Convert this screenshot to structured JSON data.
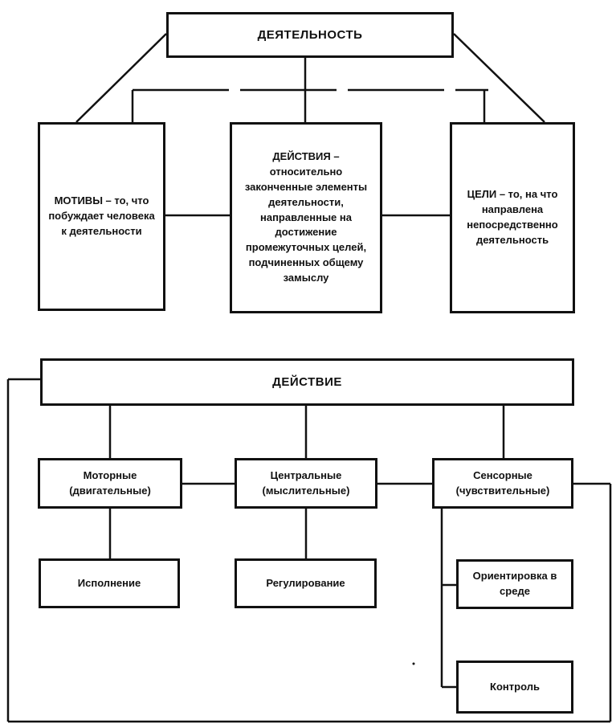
{
  "activity": "ДЕЯТЕЛЬНОСТЬ",
  "motives": "МОТИВЫ – то, что побуждает человека к деятельности",
  "actions": "ДЕЙСТВИЯ – относительно законченные элементы деятельности, направленные на достижение промежуточных целей, подчиненных общему замыслу",
  "goals": "ЦЕЛИ – то, на что направлена непосредственно деятельность",
  "action": "ДЕЙСТВИЕ",
  "motor": "Моторные (двигательные)",
  "central": "Центральные (мыслительные)",
  "sensory": "Сенсорные (чувствительные)",
  "execution": "Исполнение",
  "regulation": "Регулирование",
  "orientation": "Ориентировка в среде",
  "control": "Контроль"
}
